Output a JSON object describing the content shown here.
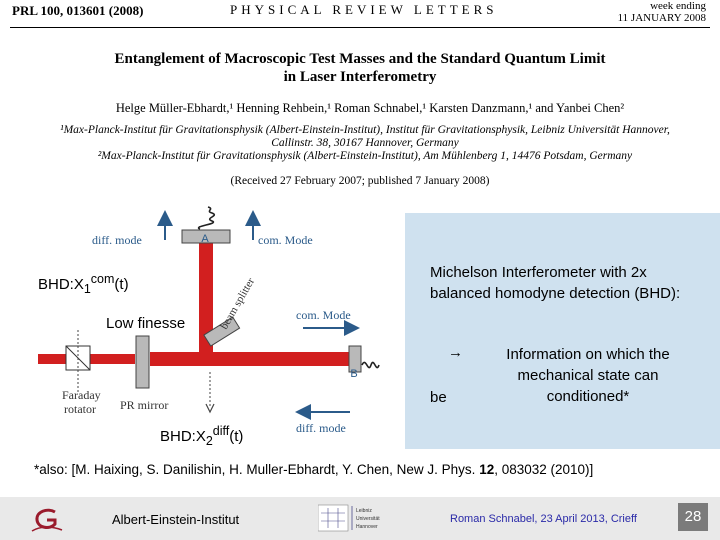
{
  "header": {
    "journal_ref": "PRL 100, 013601 (2008)",
    "journal_name": "PHYSICAL   REVIEW   LETTERS",
    "week_label": "week ending",
    "date": "11 JANUARY 2008"
  },
  "paper": {
    "title_line1": "Entanglement of Macroscopic Test Masses and the Standard Quantum Limit",
    "title_line2": "in Laser Interferometry",
    "authors": "Helge Müller-Ebhardt,¹ Henning Rehbein,¹ Roman Schnabel,¹ Karsten Danzmann,¹ and Yanbei Chen²",
    "affiliation1_line1": "¹Max-Planck-Institut für Gravitationsphysik (Albert-Einstein-Institut), Institut für Gravitationsphysik, Leibniz Universität Hannover,",
    "affiliation1_line2": "Callinstr. 38, 30167 Hannover, Germany",
    "affiliation2": "²Max-Planck-Institut für Gravitationsphysik (Albert-Einstein-Institut), Am Mühlenberg 1, 14476 Potsdam, Germany",
    "received": "(Received 27 February 2007; published 7 January 2008)"
  },
  "diagram": {
    "label_A": "A",
    "label_B": "B",
    "diff_mode_top": "diff. mode",
    "com_mode_top": "com. Mode",
    "beam_splitter": "beam splitter",
    "com_mode_right": "com. Mode",
    "diff_mode_bottom": "diff. mode",
    "faraday_line1": "Faraday",
    "faraday_line2": "rotator",
    "pr_mirror": "PR mirror",
    "bhd1_prefix": "BHD:X",
    "bhd1_sub": "1",
    "bhd1_sup": "com",
    "bhd1_suffix": "(t)",
    "bhd2_prefix": "BHD:X",
    "bhd2_sub": "2",
    "bhd2_sup": "diff",
    "bhd2_suffix": "(t)",
    "low_finesse": "Low finesse"
  },
  "panel": {
    "heading": "Michelson Interferometer with 2x balanced homodyne detection (BHD):",
    "arrow": "→",
    "info": "Information on which the mechanical state can",
    "be": "be",
    "conditioned": "conditioned*"
  },
  "note": {
    "prefix": "*also: [M. Haixing, S. Danilishin, H. Muller-Ebhardt, Y. Chen, New J. Phys. ",
    "volume": "12",
    "suffix": ", 083032 (2010)]"
  },
  "footer": {
    "institute": "Albert-Einstein-Institut",
    "uni_line1": "Leibniz",
    "uni_line2": "Universität",
    "uni_line3": "Hannover",
    "author_date": "Roman Schnabel, 23 April 2013, Crieff",
    "page_number": "28"
  },
  "colors": {
    "laser_red": "#d21f1f",
    "arrow_blue": "#2b5b8a",
    "panel_blue": "#cfe1ef",
    "footer_gray": "#e9e9e9"
  }
}
